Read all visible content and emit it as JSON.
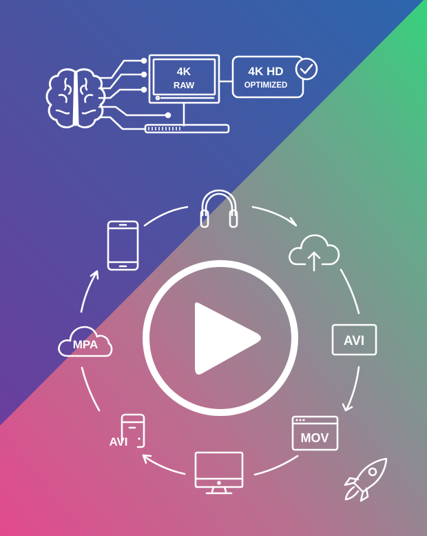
{
  "colors": {
    "top_left_start": "#4d56a4",
    "top_left_mid": "#4657a0",
    "top_left_end": "#2e64aa",
    "top_left_bottom": "#6a3e9e",
    "lower_right_pink": "#e0508f",
    "lower_right_mauve": "#a07a96",
    "lower_right_gray": "#8a8c92",
    "lower_right_green": "#3ecf82",
    "line": "#ffffff"
  },
  "header_graphic": {
    "monitor_label_line1": "4K",
    "monitor_label_line2": "RAW",
    "output_label_line1": "4K HD",
    "output_label_line2": "OPTIMIZED",
    "icons": [
      "brain-icon",
      "circuit-lines",
      "monitor-icon",
      "progress-bar",
      "checkmark-icon"
    ]
  },
  "cycle": {
    "center_icon": "play-icon",
    "nodes": [
      {
        "id": "headphones",
        "icon": "headphones-icon",
        "label": ""
      },
      {
        "id": "cloud-upload",
        "icon": "cloud-upload-icon",
        "label": ""
      },
      {
        "id": "avi-right",
        "icon": "file-badge",
        "label": "AVI"
      },
      {
        "id": "mov",
        "icon": "browser-window-icon",
        "label": "MOV"
      },
      {
        "id": "desktop",
        "icon": "desktop-icon",
        "label": ""
      },
      {
        "id": "avi-left",
        "icon": "pc-tower-icon",
        "label": "AVI"
      },
      {
        "id": "mpa",
        "icon": "cloud-icon",
        "label": "MPA"
      },
      {
        "id": "phone",
        "icon": "smartphone-icon",
        "label": ""
      }
    ]
  },
  "decoration": {
    "rocket": "rocket-icon"
  }
}
